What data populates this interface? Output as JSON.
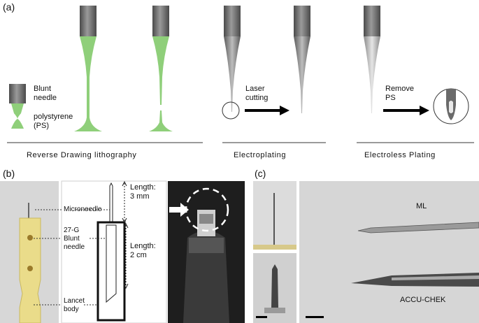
{
  "panel_a": {
    "label": "(a)",
    "blunt_needle": "Blunt\nneedle",
    "polystyrene": "polystyrene\n(PS)",
    "laser_cutting": "Laser\ncutting",
    "remove_ps": "Remove\nPS",
    "sections": {
      "reverse_drawing": "Reverse Drawing lithography",
      "electroplating": "Electroplating",
      "electroless": "Electroless Plating"
    }
  },
  "panel_b": {
    "label": "(b)",
    "microneedle": "Microneedle",
    "blunt_27g": "27-G\nBlunt\nneedle",
    "lancet_body": "Lancet\nbody",
    "length_3mm": "Length:\n3 mm",
    "length_2cm": "Length:\n2 cm"
  },
  "panel_c": {
    "label": "(c)",
    "ml": "ML",
    "accu_chek": "ACCU-CHEK"
  },
  "colors": {
    "ps_green": "#8fcf7a",
    "metal_grey": "#6e6e6e",
    "photo_bg": "#d4d4d4"
  }
}
